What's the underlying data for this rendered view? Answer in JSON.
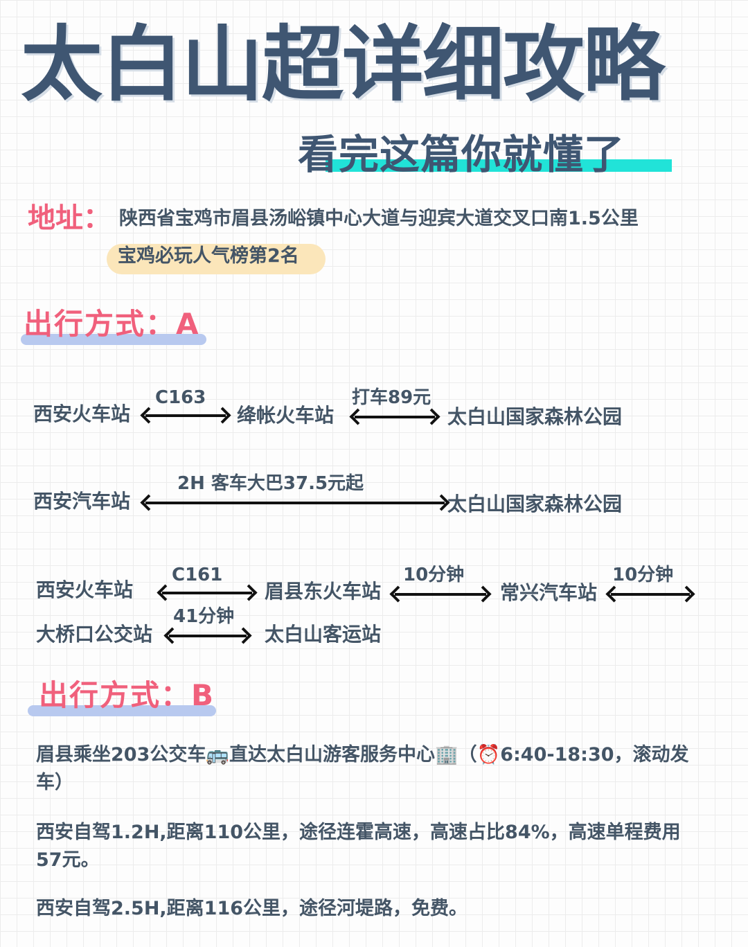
{
  "title": "太白山超详细攻略",
  "subtitle": "看完这篇你就懂了",
  "address": {
    "label": "地址：",
    "value": "陕西省宝鸡市眉县汤峪镇中心大道与迎宾大道交叉口南1.5公里",
    "rank": "宝鸡必玩人气榜第2名"
  },
  "section_a": {
    "title": "出行方式：A",
    "route1": {
      "from": "西安火车站",
      "leg1": "C163",
      "mid": "绛帐火车站",
      "leg2": "打车89元",
      "to": "太白山国家森林公园"
    },
    "route2": {
      "from": "西安汽车站",
      "leg": "2H 客车大巴37.5元起",
      "to": "太白山国家森林公园"
    },
    "route3": {
      "from": "西安火车站",
      "leg1": "C161",
      "stop1": "眉县东火车站",
      "leg2": "10分钟",
      "stop2": "常兴汽车站",
      "leg3": "10分钟",
      "stop3": "大桥口公交站",
      "leg4": "41分钟",
      "to": "太白山客运站"
    }
  },
  "section_b": {
    "title": "出行方式：B",
    "para1": "眉县乘坐203公交车🚌直达太白山游客服务中心🏢（⏰6:40-18:30，滚动发车）",
    "para2": "西安自驾1.2H,距离110公里，途径连霍高速，高速占比84%，高速单程费用57元。",
    "para3": "西安自驾2.5H,距离116公里，途径河堤路，免费。"
  },
  "colors": {
    "title": "#3f5672",
    "accent_pink": "#f0607c",
    "teal_highlight": "#21e3d8",
    "yellow_highlight": "#fbe6ba",
    "blue_highlight": "#b8c9ef"
  }
}
